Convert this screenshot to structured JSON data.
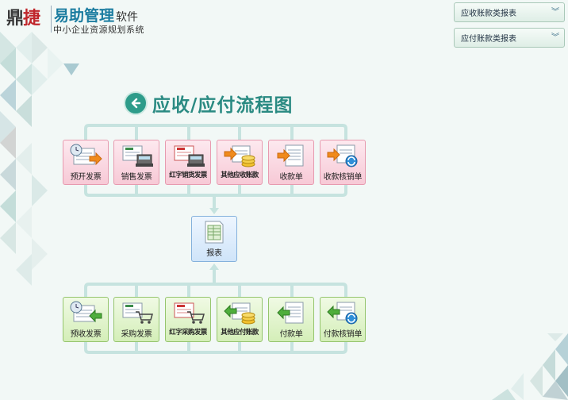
{
  "logo": {
    "brand_part1": "鼎",
    "brand_part2": "捷",
    "product_main": "易助管理",
    "product_suffix": "软件",
    "subtitle": "中小企业资源规划系统"
  },
  "side_panels": [
    {
      "label": "应收账款类报表",
      "icon": "double-chevron-down-icon"
    },
    {
      "label": "应付账款类报表",
      "icon": "double-chevron-down-icon"
    }
  ],
  "flow": {
    "title": "应收/应付流程图",
    "title_icon": "back-arrow-circle-icon",
    "receivable_nodes": [
      {
        "label": "预开发票",
        "icon": "invoice-clock-arrow-icon"
      },
      {
        "label": "销售发票",
        "icon": "invoice-register-icon"
      },
      {
        "label": "红字销货发票",
        "icon": "red-invoice-register-icon"
      },
      {
        "label": "其他应收账款",
        "icon": "other-receivable-coins-icon"
      },
      {
        "label": "收款单",
        "icon": "receipt-arrow-icon"
      },
      {
        "label": "收款核销单",
        "icon": "receipt-writeoff-icon"
      }
    ],
    "report_node": {
      "label": "报表",
      "icon": "report-sheet-icon"
    },
    "payable_nodes": [
      {
        "label": "预收发票",
        "icon": "invoice-clock-arrow-icon"
      },
      {
        "label": "采购发票",
        "icon": "invoice-cart-icon"
      },
      {
        "label": "红字采购发票",
        "icon": "red-invoice-cart-icon"
      },
      {
        "label": "其他应付账款",
        "icon": "other-payable-coins-icon"
      },
      {
        "label": "付款单",
        "icon": "payment-arrow-icon"
      },
      {
        "label": "付款核销单",
        "icon": "payment-writeoff-icon"
      }
    ]
  },
  "colors": {
    "accent": "#2a8a82",
    "connector": "#c8e4e0",
    "receivable_bg": "#f7c9d6",
    "payable_bg": "#d4eeb8",
    "report_bg": "#cfe4f9"
  }
}
